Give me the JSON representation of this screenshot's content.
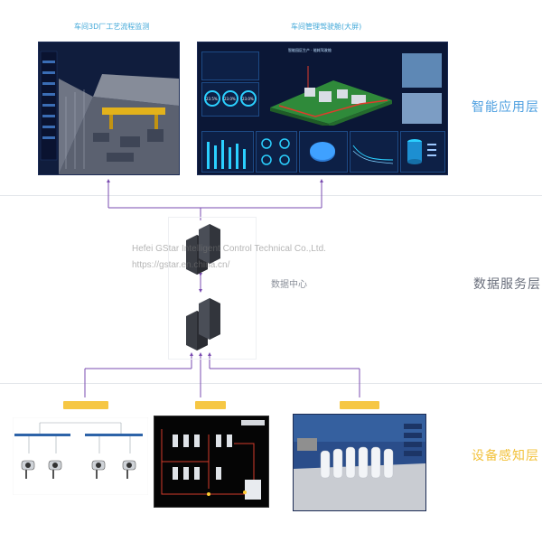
{
  "layers": {
    "application": {
      "label": "智能应用层",
      "color": "#4d9fe0"
    },
    "data_center": {
      "label": "数据服务层",
      "color": "#6a6f7c"
    },
    "device": {
      "label": "设备感知层",
      "color": "#f2c23c"
    }
  },
  "screens": {
    "left_title": "车间3D厂工艺流程监测",
    "right_title": "车间管理驾驶舱(大屏)",
    "right_inner_title": "智能园区生产 · 能耗驾驶舱"
  },
  "data_center": {
    "label": "数据中心"
  },
  "watermark": {
    "line1": "Hefei GStar Intelligent Control Technical Co.,Ltd.",
    "line2": "https://gstar.en.china.cn/"
  },
  "dashboard_values": {
    "gauge_1": "23.5%",
    "gauge_2": "23.0%",
    "gauge_3": "23.0%"
  },
  "colors": {
    "arrow": "#7a4bb0",
    "screen_bg": "#0b1736",
    "tag": "#f6c744"
  }
}
